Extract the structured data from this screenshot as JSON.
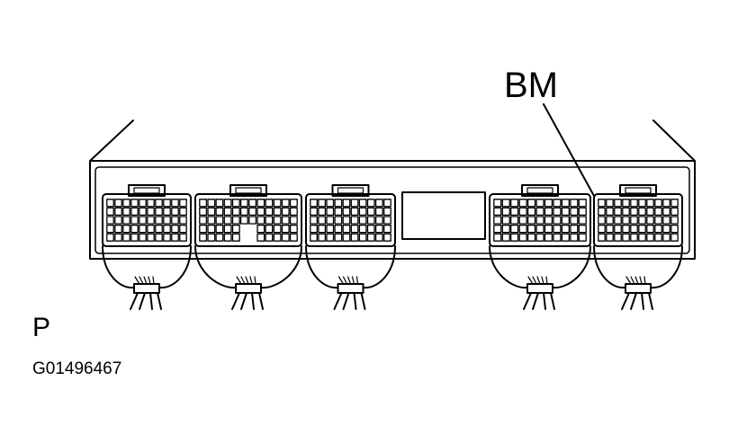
{
  "diagram": {
    "callout_label": "BM",
    "section_label": "P",
    "figure_id": "G01496467",
    "colors": {
      "ink": "#000000",
      "paper": "#ffffff"
    },
    "connectors": [
      {
        "id": "connector-1",
        "labeled": false
      },
      {
        "id": "connector-2",
        "labeled": false
      },
      {
        "id": "connector-3",
        "labeled": false
      },
      {
        "id": "connector-4",
        "labeled": false
      },
      {
        "id": "connector-5",
        "labeled": true
      }
    ]
  }
}
